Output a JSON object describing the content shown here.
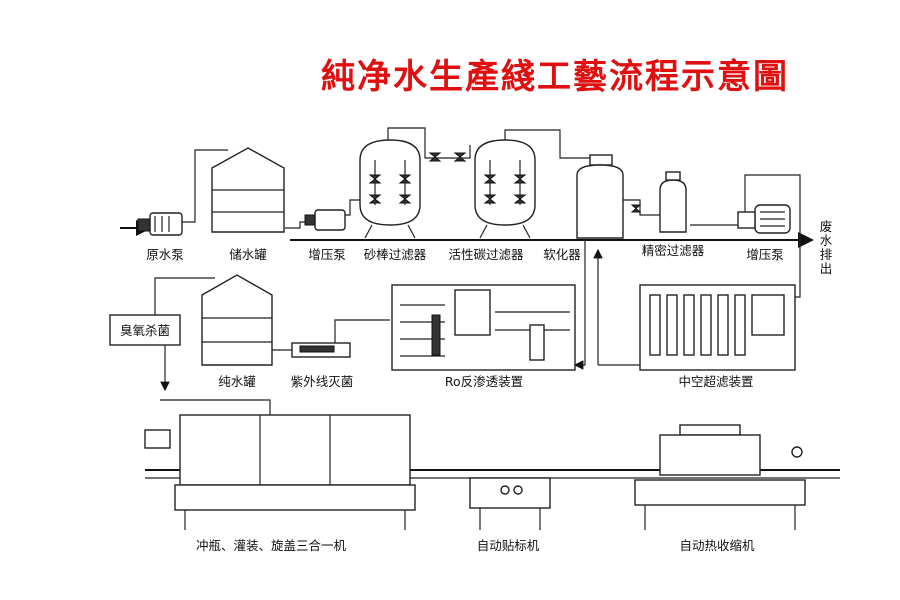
{
  "title": "純净水生產綫工藝流程示意圖",
  "top_row": {
    "raw_pump": "原水泵",
    "storage_tank": "储水罐",
    "booster_pump_1": "增压泵",
    "sand_filter": "砂棒过滤器",
    "carbon_filter": "活性碳过滤器",
    "softener": "软化器",
    "precision_filter": "精密过滤器",
    "booster_pump_2": "增压泵",
    "waste_outlet": [
      "废",
      "水",
      "排",
      "出"
    ]
  },
  "middle_row": {
    "ozone": "臭氧杀菌",
    "pure_tank": "纯水罐",
    "uv": "紫外线灭菌",
    "ro": "Ro反渗透装置",
    "uf": "中空超滤装置"
  },
  "bottom_row": {
    "filler": "冲瓶、灌装、旋盖三合一机",
    "labeler": "自动贴标机",
    "shrink": "自动热收缩机"
  },
  "colors": {
    "title": "#e01010",
    "line": "#222222"
  }
}
